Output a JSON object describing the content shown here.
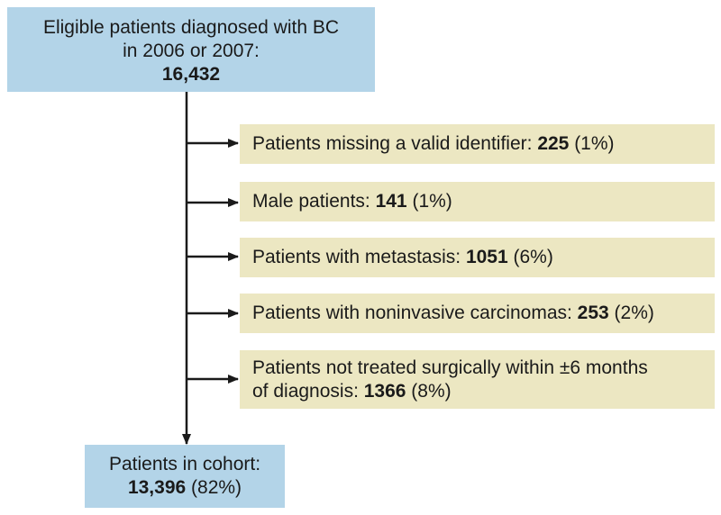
{
  "start": {
    "line1": "Eligible patients diagnosed with BC",
    "line2": "in 2006 or 2007:",
    "count": "16,432"
  },
  "exclusions": [
    {
      "label": "Patients missing a valid identifier: ",
      "count": "225",
      "pct": " (1%)"
    },
    {
      "label": "Male patients: ",
      "count": "141",
      "pct": " (1%)"
    },
    {
      "label": "Patients with metastasis: ",
      "count": "1051",
      "pct": " (6%)"
    },
    {
      "label": "Patients with noninvasive carcinomas: ",
      "count": "253",
      "pct": " (2%)"
    },
    {
      "label": "Patients not treated surgically within ±6 months",
      "label2": "of diagnosis: ",
      "count": "1366",
      "pct": " (8%)"
    }
  ],
  "end": {
    "line1": "Patients in cohort:",
    "count": "13,396",
    "pct": " (82%)"
  },
  "colors": {
    "blue_box": "#b3d4e8",
    "tan_box": "#ece7c2",
    "line": "#1a1a1a"
  }
}
